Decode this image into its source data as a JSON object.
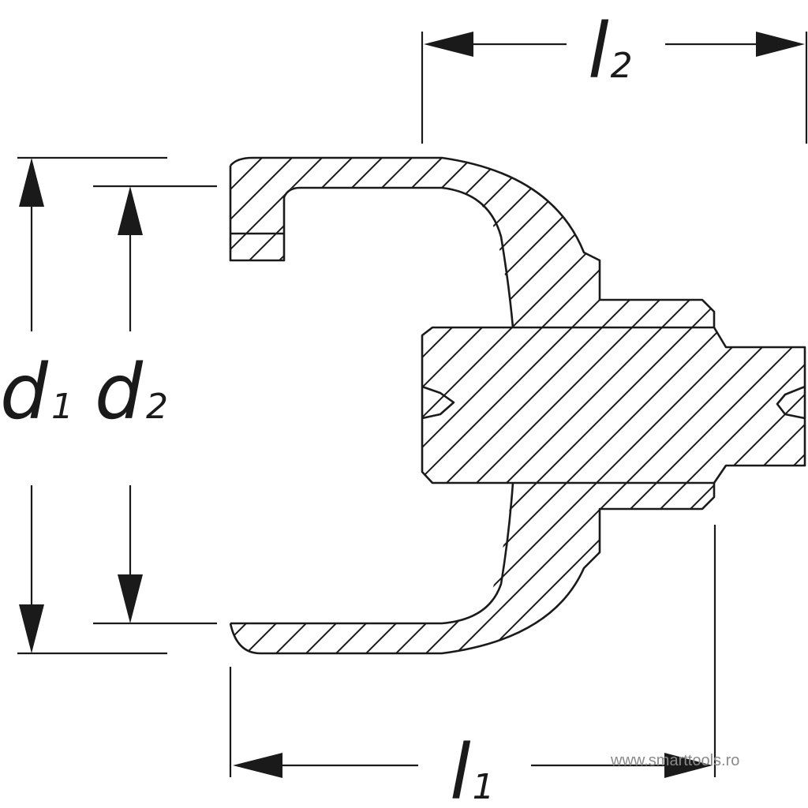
{
  "dimensions": {
    "d1": {
      "symbol": "d",
      "subscript": "1"
    },
    "d2": {
      "symbol": "d",
      "subscript": "2"
    },
    "l1": {
      "symbol": "l",
      "subscript": "1"
    },
    "l2": {
      "symbol": "l",
      "subscript": "2"
    }
  },
  "watermark": "www.smarttools.ro"
}
